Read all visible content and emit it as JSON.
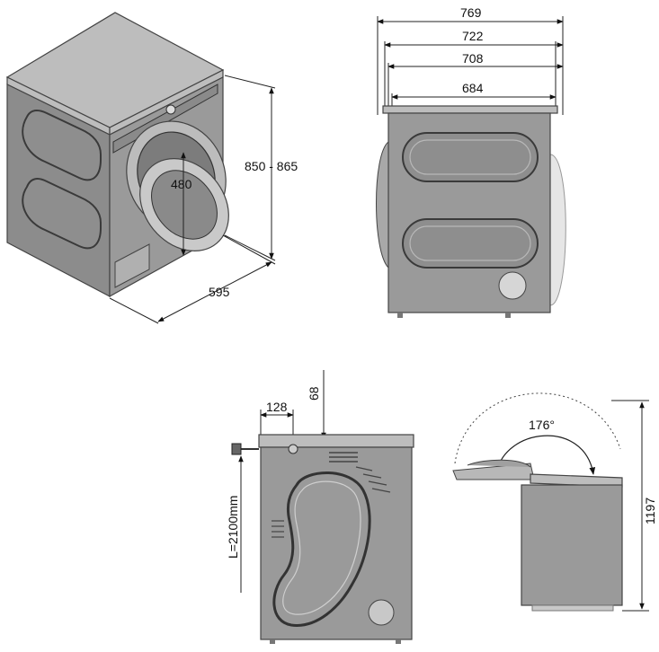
{
  "dimensions": {
    "height_range": "850 - 865",
    "depth_front": "595",
    "door_opening": "480",
    "depth_total": "769",
    "depth_722": "722",
    "depth_708": "708",
    "depth_684": "684",
    "offset_128": "128",
    "offset_68": "68",
    "cable_length": "L=2100mm",
    "door_angle": "176°",
    "height_open_door": "1197"
  },
  "colors": {
    "appliance_body": "#9a9a9a",
    "appliance_top": "#bdbdbd",
    "outline": "#444444",
    "dimension_line": "#222222"
  }
}
